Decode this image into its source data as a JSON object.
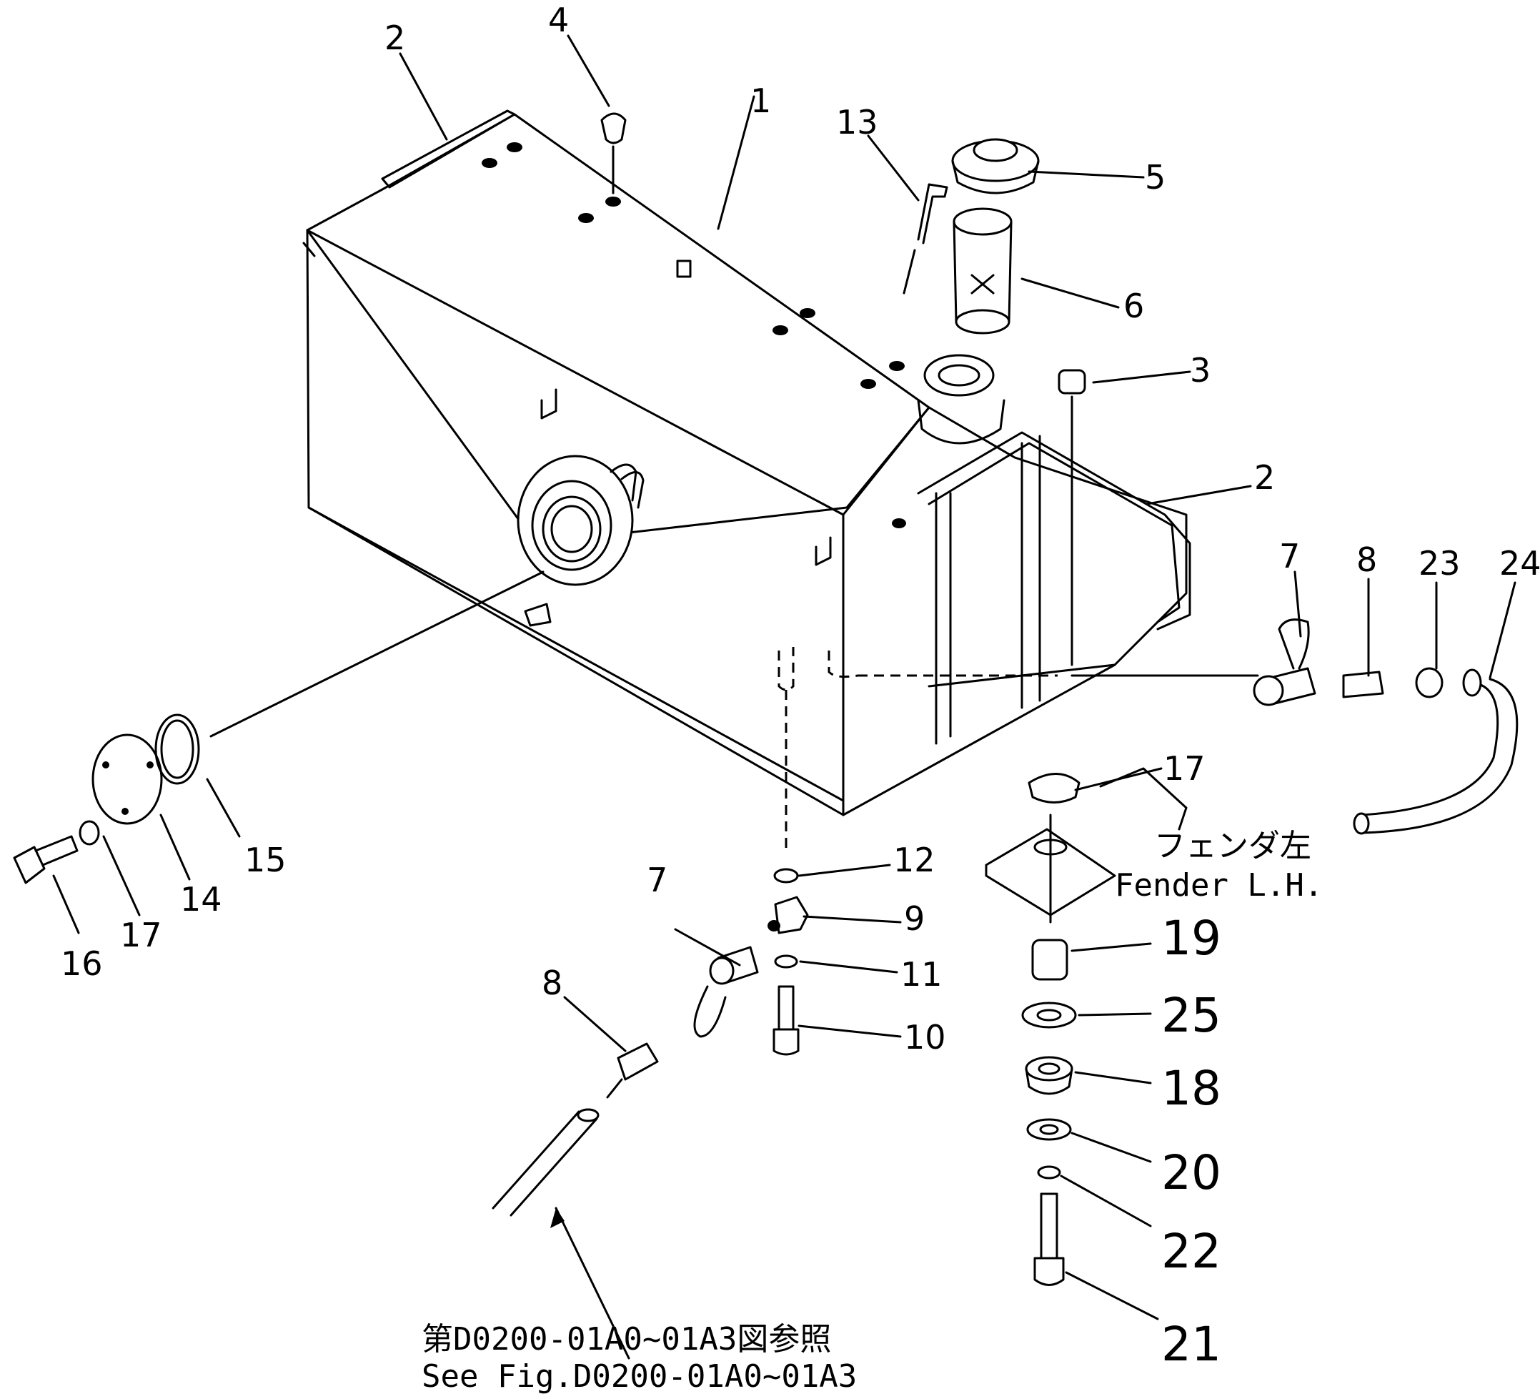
{
  "callouts": {
    "p1": "1",
    "p2_left": "2",
    "p2_right": "2",
    "p3": "3",
    "p4": "4",
    "p5": "5",
    "p6": "6",
    "p7_right": "7",
    "p7_bottom": "7",
    "p8_right": "8",
    "p8_bottom": "8",
    "p9": "9",
    "p10": "10",
    "p11": "11",
    "p12": "12",
    "p13": "13",
    "p14": "14",
    "p15": "15",
    "p16": "16",
    "p17_left": "17",
    "p17_right": "17",
    "p18": "18",
    "p19": "19",
    "p20": "20",
    "p21": "21",
    "p22": "22",
    "p23": "23",
    "p24": "24",
    "p25": "25"
  },
  "fender_note": {
    "jp": "フェンダ左",
    "en": "Fender L.H."
  },
  "reference_note": {
    "jp": "第D0200-01A0~01A3図参照",
    "en": "See Fig.D0200-01A0~01A3"
  }
}
